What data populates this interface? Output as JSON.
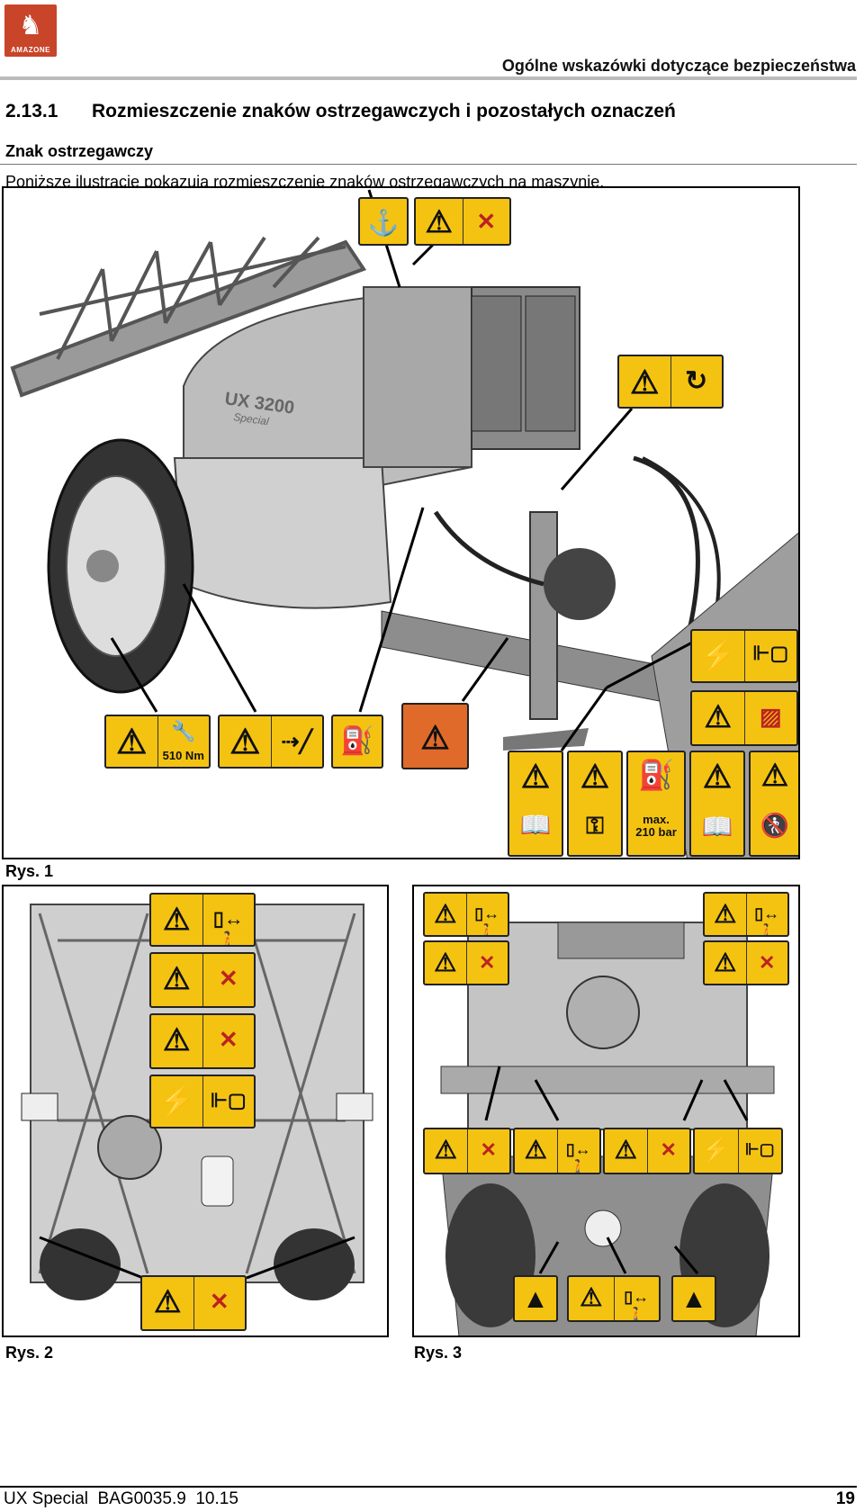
{
  "header": {
    "brand": "AMAZONE",
    "title": "Ogólne wskazówki dotyczące bezpieczeństwa"
  },
  "section": {
    "number": "2.13.1",
    "title": "Rozmieszczenie znaków ostrzegawczych i pozostałych oznaczeń"
  },
  "subheading": "Znak ostrzegawczy",
  "paragraph": "Poniższe ilustracje pokazują rozmieszczenie znaków ostrzegawczych na maszynie.",
  "figures": [
    {
      "caption": "Rys. 1"
    },
    {
      "caption": "Rys. 2"
    },
    {
      "caption": "Rys. 3"
    }
  ],
  "sign_texts": {
    "torque": "510 Nm",
    "pressure": "max.\n210 bar",
    "machine_model": "UX 3200",
    "machine_variant": "Special"
  },
  "footer": {
    "left": "UX Special  BAG0035.9  10.15",
    "page": "19"
  },
  "colors": {
    "sign_yellow": "#f4c312",
    "sign_orange": "#e06a2a",
    "logo_red": "#c8452a"
  }
}
